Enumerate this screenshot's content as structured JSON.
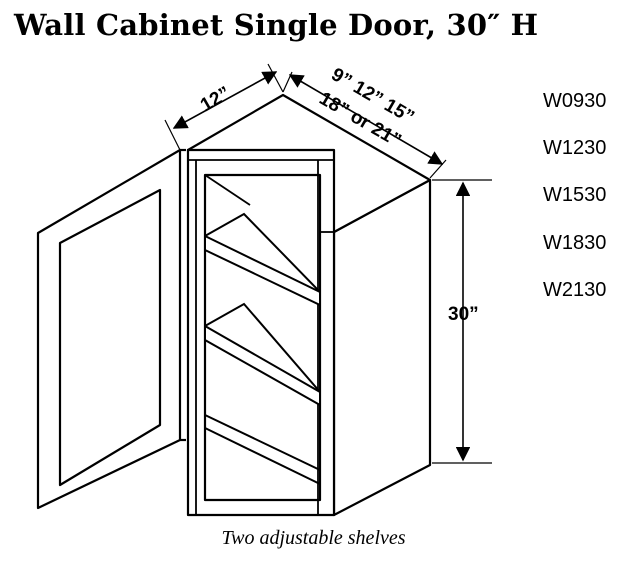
{
  "title": "Wall Cabinet Single Door, 30″ H",
  "dimensions": {
    "depth": "12”",
    "width_line1": "9” 12” 15”",
    "width_line2": "18” or 21”",
    "height": "30”"
  },
  "models": [
    "W0930",
    "W1230",
    "W1530",
    "W1830",
    "W2130"
  ],
  "caption": "Two adjustable shelves"
}
